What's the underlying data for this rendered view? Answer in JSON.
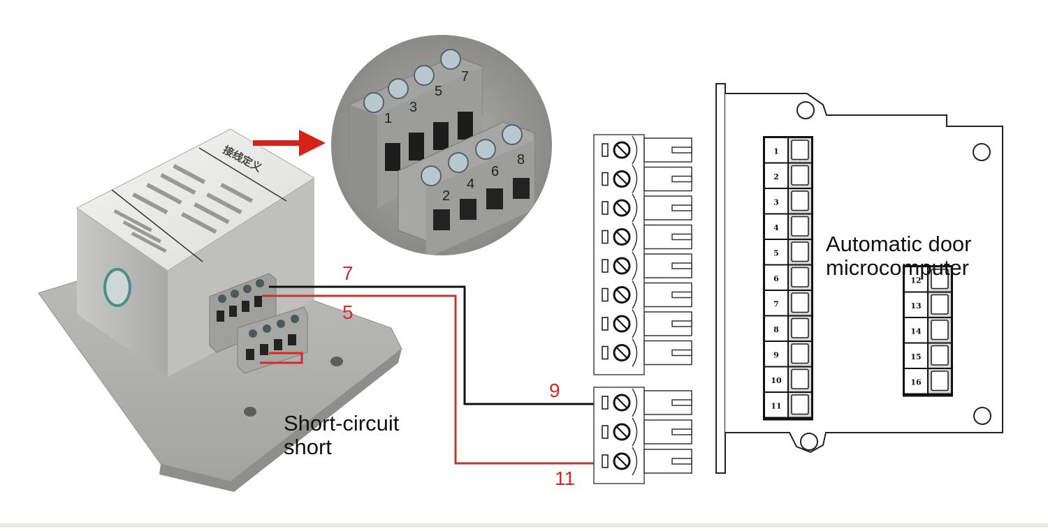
{
  "colors": {
    "wire_black": "#111111",
    "wire_red": "#c0392b",
    "label_red": "#d42a22",
    "arrow_red": "#d62218",
    "metal": "#b9b9b7",
    "terminal_gray": "#9a9a98"
  },
  "device": {
    "top_label_title": "接线定义",
    "zoom_inset_top_terminals": [
      "1",
      "3",
      "5",
      "7"
    ],
    "zoom_inset_bottom_terminals": [
      "2",
      "4",
      "6",
      "8"
    ],
    "arrow_icon": "right-arrow"
  },
  "wires": [
    {
      "from_terminal": "7",
      "to_terminal": "9",
      "color_name": "black"
    },
    {
      "from_terminal": "5",
      "to_terminal": "11",
      "color_name": "red"
    }
  ],
  "wire_labels": {
    "device_top": "7",
    "device_bottom": "5",
    "connector_top": "9",
    "connector_bottom": "11"
  },
  "annotations": {
    "short_circuit_line1": "Short-circuit",
    "short_circuit_line2": "short",
    "controller_line1": "Automatic door",
    "controller_line2": "microcomputer"
  },
  "connector_upper": {
    "pin_count": 8
  },
  "connector_lower": {
    "pin_count": 3
  },
  "controller": {
    "left_block_terminals": [
      "1",
      "2",
      "3",
      "4",
      "5",
      "6",
      "7",
      "8",
      "9",
      "10",
      "11"
    ],
    "right_block_terminals": [
      "12",
      "13",
      "14",
      "15",
      "16"
    ]
  }
}
